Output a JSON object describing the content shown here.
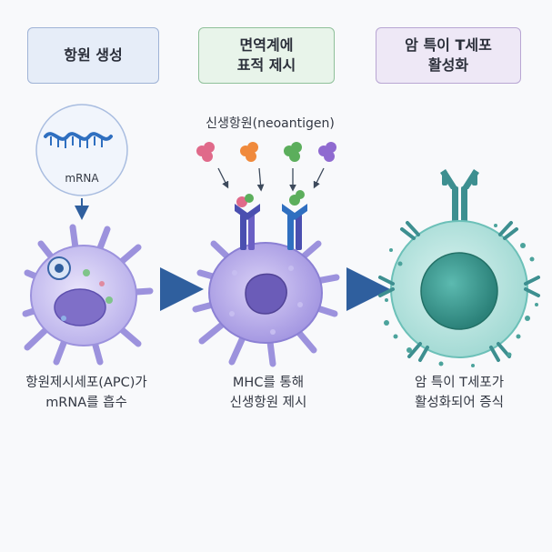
{
  "stages": [
    {
      "title_lines": [
        "항원 생성"
      ],
      "caption_lines": [
        "항원제시세포(APC)가",
        "mRNA를 흡수"
      ]
    },
    {
      "title_lines": [
        "면역계에",
        "표적 제시"
      ],
      "caption_lines": [
        "MHC를 통해",
        "신생항원 제시"
      ]
    },
    {
      "title_lines": [
        "암 특이 T세포",
        "활성화"
      ],
      "caption_lines": [
        "암 특이 T세포가",
        "활성화되어 증식"
      ]
    }
  ],
  "mrna_label": "mRNA",
  "neoantigen_label": "신생항원(neoantigen)",
  "colors": {
    "arrow": "#2f5f9e",
    "apc_membrane": "#9c92dd",
    "apc_nucleus": "#6b5cb8",
    "tcell_body": "#aee0dc",
    "tcell_nucleus": "#2f8f86",
    "receptor": "#3d8f90",
    "mhc": "#4a4fb0",
    "antigen_colors": [
      "#e06a8a",
      "#f08a3c",
      "#5cae5c",
      "#8f6ad0"
    ]
  }
}
